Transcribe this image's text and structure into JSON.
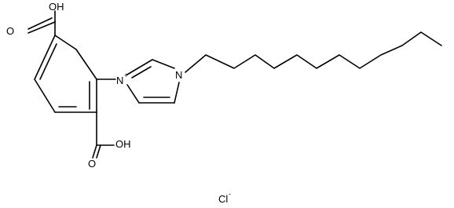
{
  "molecule": {
    "labels": {
      "cooh_top": "OH",
      "o_top": "O",
      "cooh_bottom": "OH",
      "o_bottom": "O",
      "n_imidazolium": "N",
      "n_charge": "+",
      "n_alkyl": "N",
      "counter_ion": "Cl",
      "counter_ion_charge": "-"
    }
  }
}
